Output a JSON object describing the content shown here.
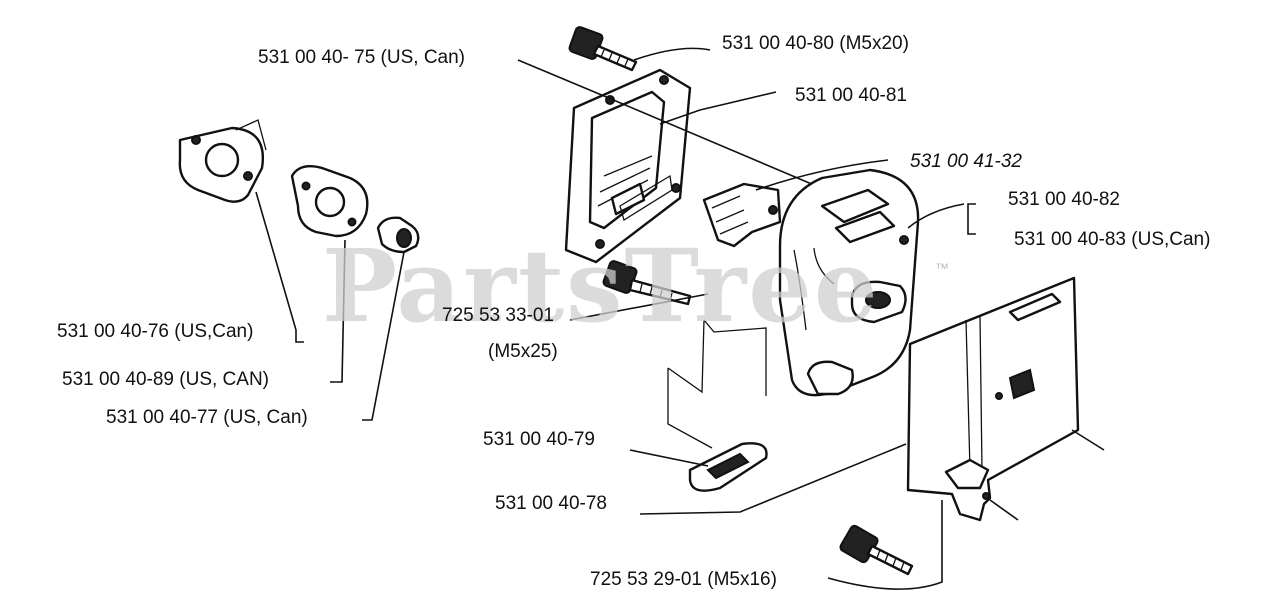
{
  "watermark": {
    "text": "PartsTree",
    "mark": "™"
  },
  "labels": {
    "p7580": "531 00 40-80 (M5x20)",
    "p7575": "531 00 40- 75 (US, Can)",
    "p7581": "531 00 40-81",
    "p4132": "531 00 41-32",
    "p7582": "531 00 40-82",
    "p7583": "531 00 40-83 (US,Can)",
    "p7576": "531 00 40-76 (US,Can)",
    "p7589": "531 00 40-89 (US, CAN)",
    "p7577": "531 00 40-77 (US, Can)",
    "p3301": "725 53 33-01",
    "p3301_size": "(M5x25)",
    "p7579": "531 00 40-79",
    "p7578": "531 00 40-78",
    "p2901": "725 53 29-01 (M5x16)"
  },
  "icons": [
    "screw-icon",
    "muffler-flange-icon",
    "cooling-plate-icon",
    "muffler-body-icon",
    "spark-arrester-icon",
    "gasket-icon",
    "heat-shield-icon",
    "carburetor-spacer-icon",
    "inlet-gasket-icon",
    "sleeve-icon"
  ]
}
